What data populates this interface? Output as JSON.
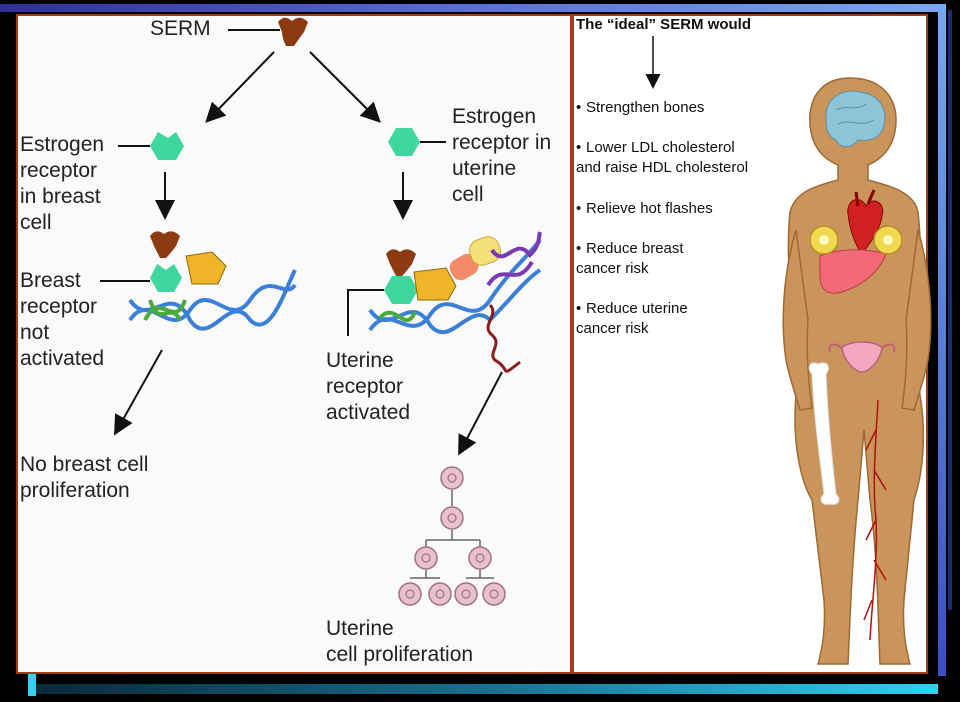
{
  "left": {
    "serm_label": "SERM",
    "er_breast_label": "Estrogen\nreceptor\nin breast\ncell",
    "er_uterine_label": "Estrogen\nreceptor in\nuterine\ncell",
    "breast_not_activated_label": "Breast\nreceptor\nnot\nactivated",
    "uterine_activated_label": "Uterine\nreceptor\nactivated",
    "no_breast_prolif_label": "No breast cell\nproliferation",
    "uterine_prolif_label": "Uterine\ncell proliferation"
  },
  "right": {
    "title": "The “ideal” SERM would",
    "bullets": [
      "Strengthen bones",
      "Lower LDL cholesterol\n  and raise HDL cholesterol",
      "Relieve hot flashes",
      "Reduce breast\n  cancer risk",
      "Reduce uterine\n  cancer risk"
    ]
  },
  "colors": {
    "serm": "#8b3a12",
    "receptor": "#3fd6a0",
    "coactivator": "#f0b429",
    "coactivator2": "#f58a6a",
    "coactivator3": "#f5e07a",
    "dna_blue": "#3a7fd8",
    "dna_green": "#4aaa3a",
    "dna_purple": "#7a3ab0",
    "rna": "#8b1a1a",
    "body": "#c9955a",
    "frame": "#a33a1c"
  },
  "icons": {
    "serm": "serm-molecule-icon",
    "receptor": "receptor-icon",
    "dna": "dna-helix-icon",
    "cell": "dividing-cell-icon",
    "body": "female-body-icon"
  }
}
